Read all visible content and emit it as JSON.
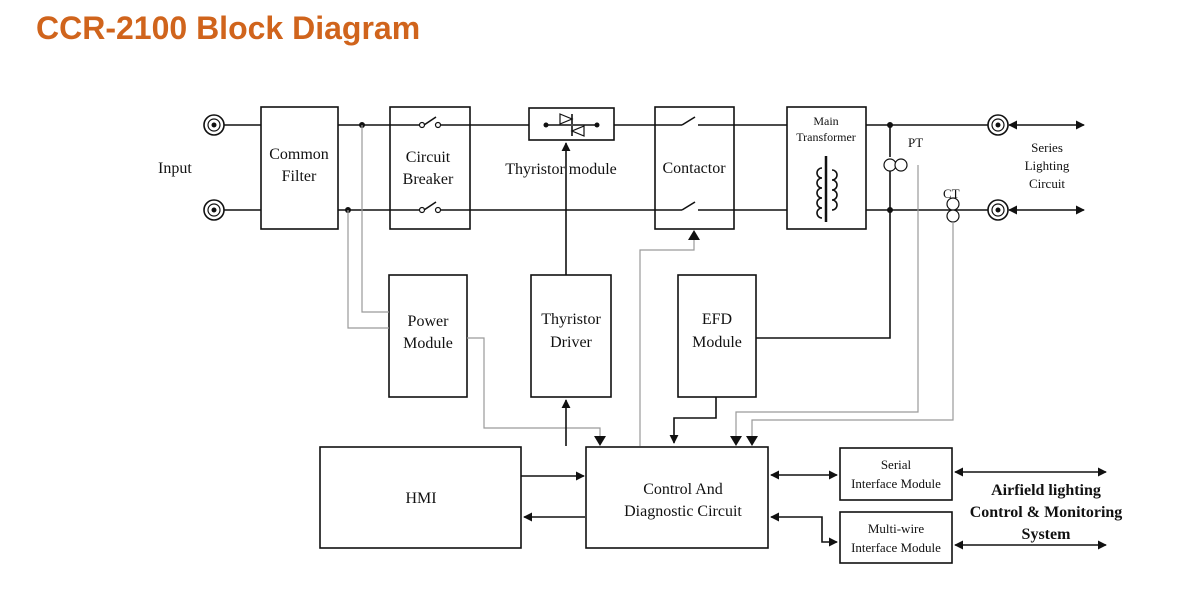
{
  "title": "CCR-2100 Block Diagram",
  "labels": {
    "input": "Input",
    "common_filter": [
      "Common",
      "Filter"
    ],
    "circuit_breaker": [
      "Circuit",
      "Breaker"
    ],
    "thyristor_module": "Thyristor module",
    "contactor": "Contactor",
    "main_transformer": [
      "Main",
      "Transformer"
    ],
    "pt": "PT",
    "ct": "CT",
    "series_circuit": [
      "Series",
      "Lighting",
      "Circuit"
    ],
    "power_module": [
      "Power",
      "Module"
    ],
    "thyristor_driver": [
      "Thyristor",
      "Driver"
    ],
    "efd_module": [
      "EFD",
      "Module"
    ],
    "hmi": "HMI",
    "control": [
      "Control And",
      "Diagnostic Circuit"
    ],
    "serial_interface": [
      "Serial",
      "Interface Module"
    ],
    "multiwire_interface": [
      "Multi-wire",
      "Interface Module"
    ],
    "airfield": [
      "Airfield lighting",
      "Control & Monitoring",
      "System"
    ]
  }
}
